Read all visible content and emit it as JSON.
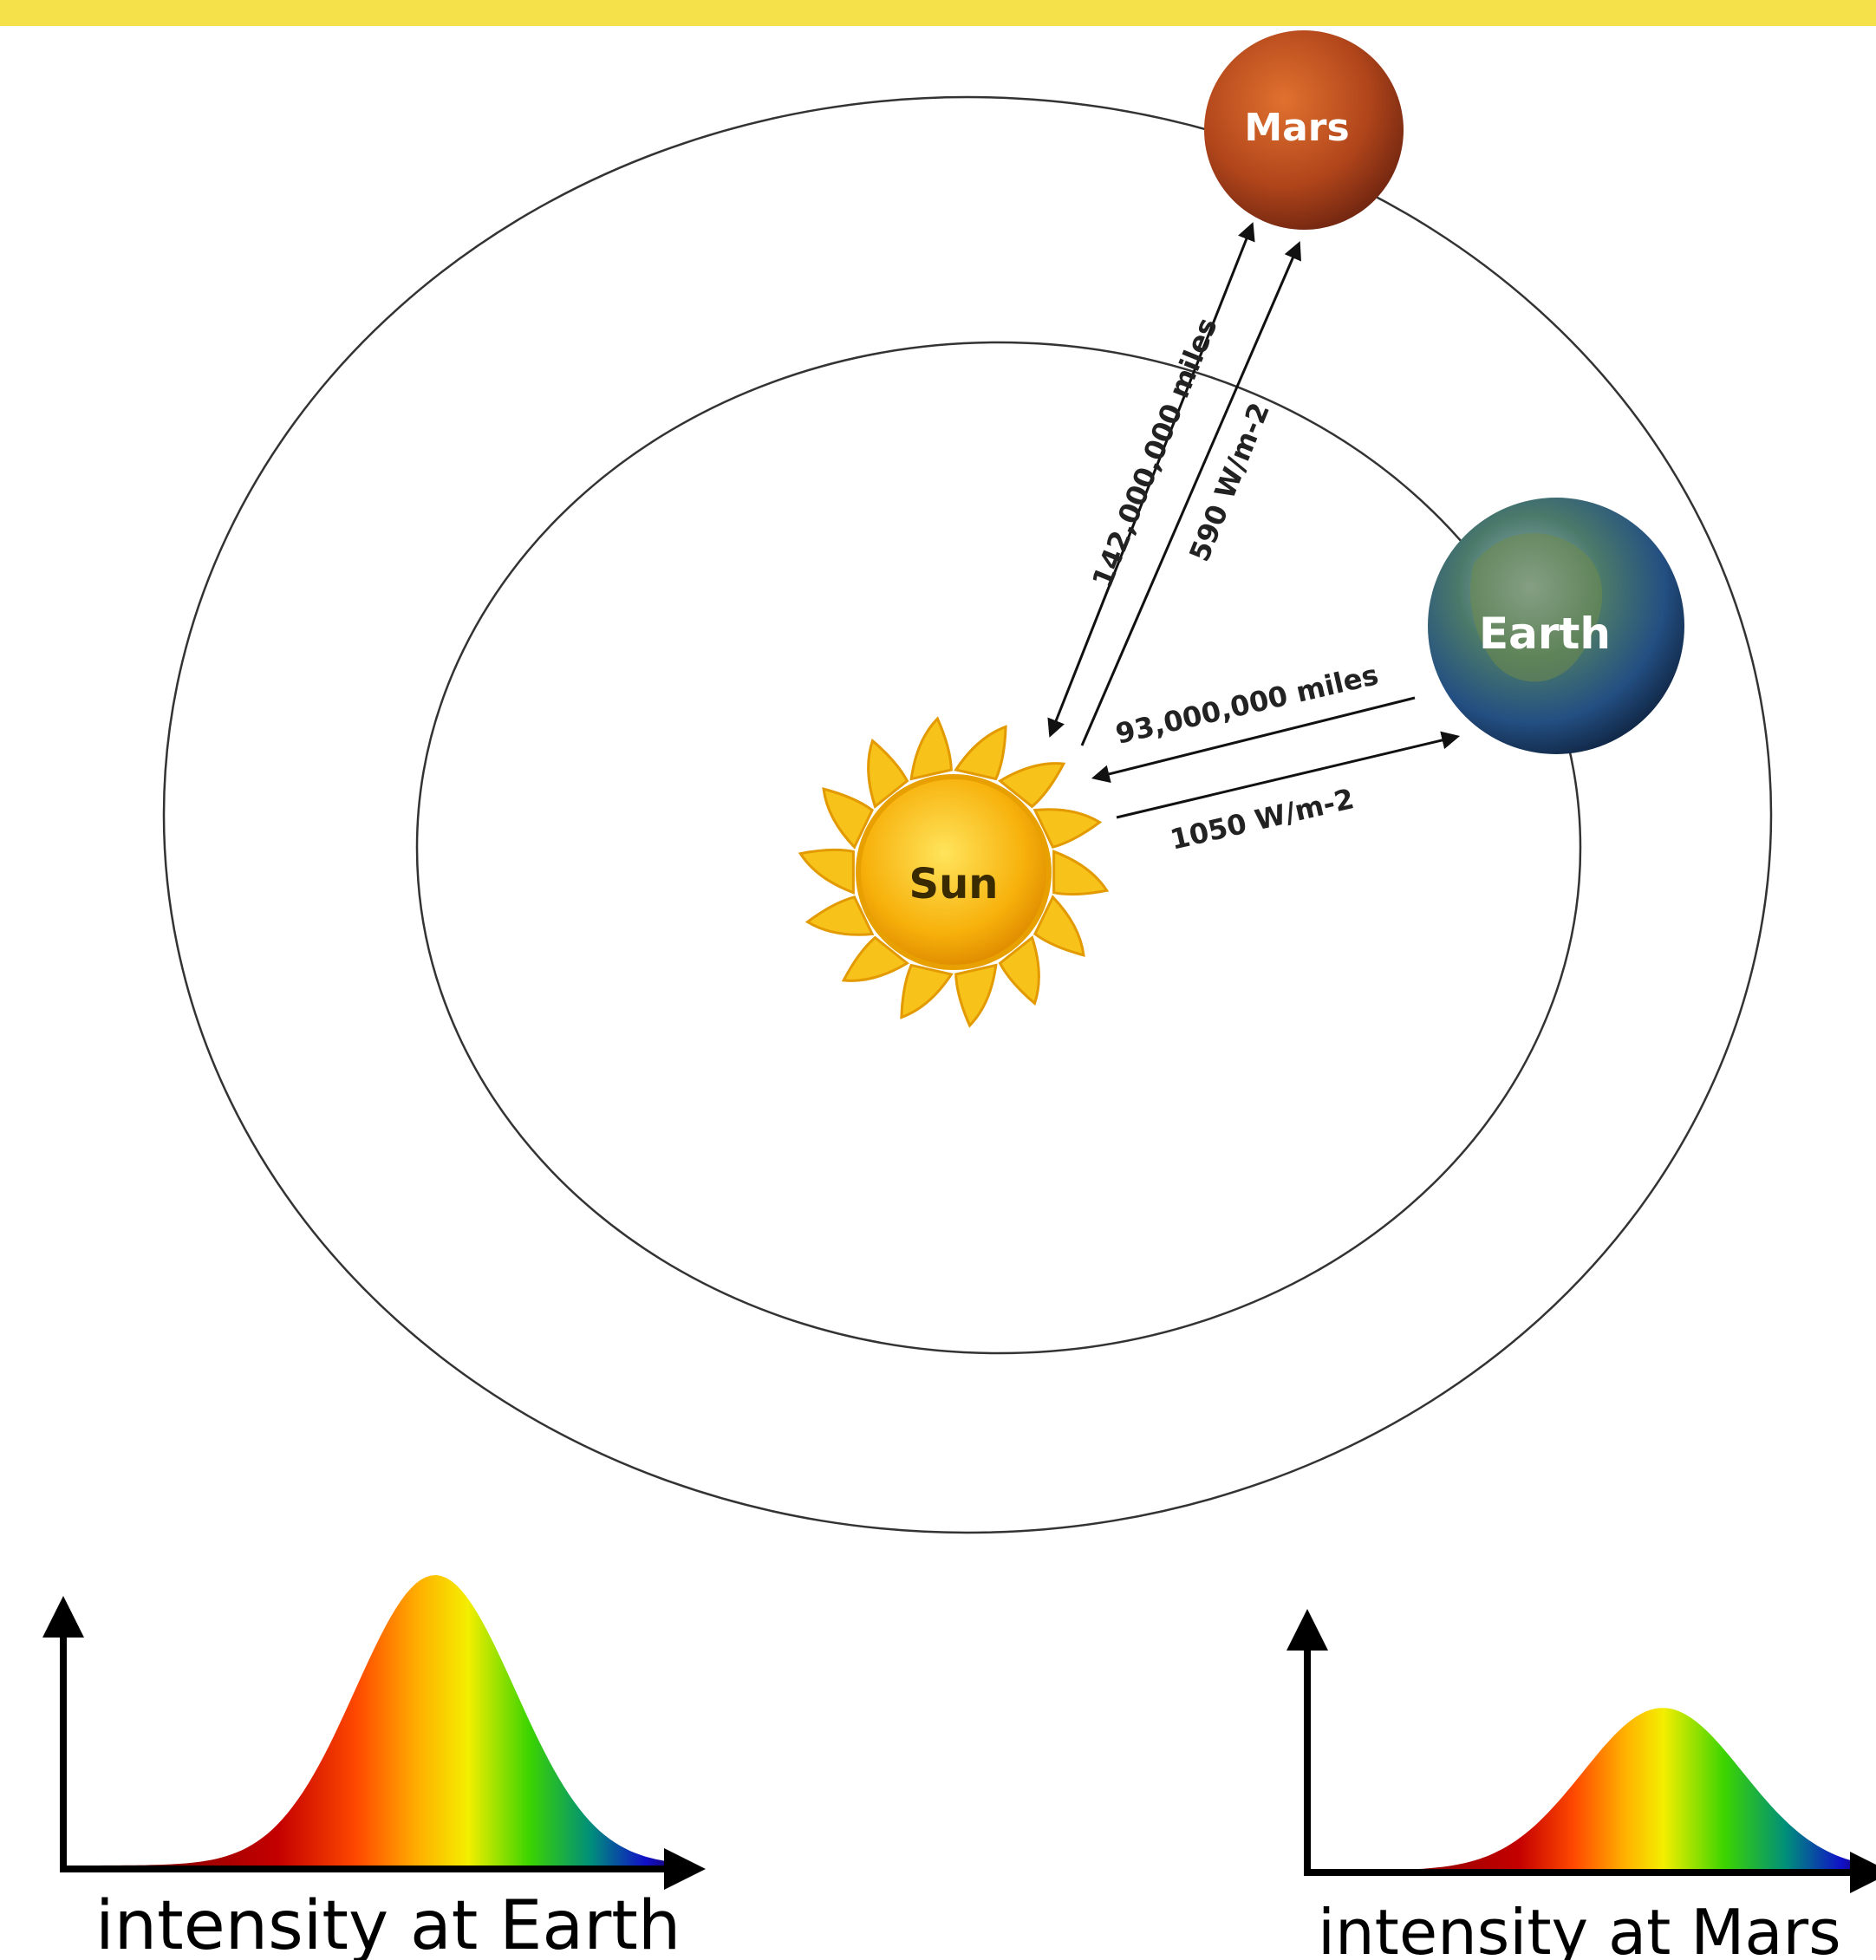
{
  "banner": {
    "color": "#f5e24b"
  },
  "bodies": {
    "sun": {
      "label": "Sun",
      "color": "#f2a900",
      "ray_color": "#f7c21a"
    },
    "earth": {
      "label": "Earth",
      "color": "#2a5d8f"
    },
    "mars": {
      "label": "Mars",
      "color": "#a8401b"
    }
  },
  "measurements": {
    "mars_distance": "142,000,000 miles",
    "mars_intensity": "590 W/m-2",
    "earth_distance": "93,000,000 miles",
    "earth_intensity": "1050 W/m-2"
  },
  "spectra": {
    "earth": {
      "caption": "intensity at Earth",
      "relative_peak": 1.0
    },
    "mars": {
      "caption": "intensity at Mars",
      "relative_peak": 0.56
    }
  }
}
